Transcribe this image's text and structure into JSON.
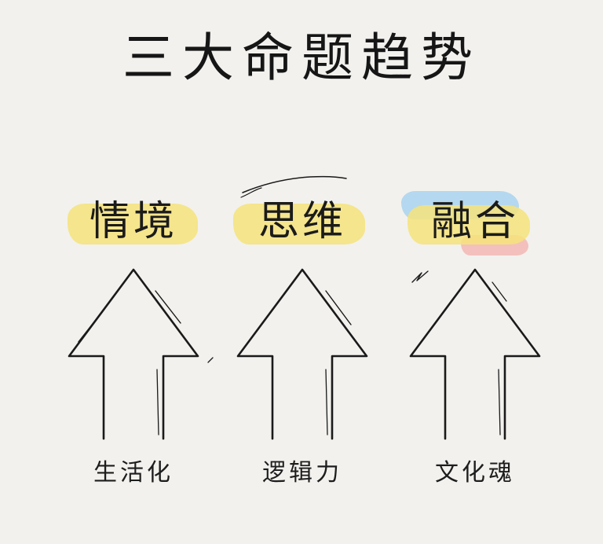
{
  "title": "三大命题趋势",
  "trends": [
    {
      "heading": "情境",
      "caption": "生活化"
    },
    {
      "heading": "思维",
      "caption": "逻辑力"
    },
    {
      "heading": "融合",
      "caption": "文化魂"
    }
  ],
  "colors": {
    "highlight_yellow": "#f6e37a",
    "highlight_blue": "#a9d4ee",
    "highlight_pink": "#f3b7b4",
    "ink": "#1a1a1a",
    "background": "#f2f1ee"
  }
}
